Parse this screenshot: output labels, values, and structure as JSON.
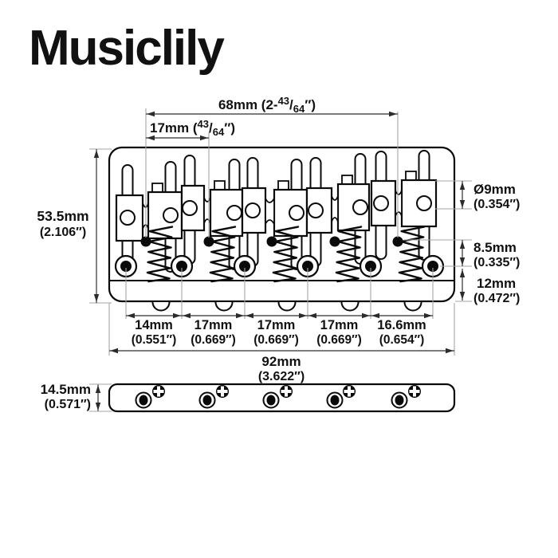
{
  "brand": {
    "logo": "Musiclily"
  },
  "diagram": {
    "title_hint": "5-string bass bridge dimension drawing",
    "colors": {
      "outline": "#0a0a0a",
      "dimension_line": "#2f2f2f",
      "extension_line": "#a6a6a6",
      "text": "#111111"
    },
    "top_view": {
      "dim_string_span": {
        "pre": "68mm (2-",
        "frac_num": "43",
        "frac_slash": "/",
        "frac_den": "64",
        "post": "″)"
      },
      "dim_string_spacing": {
        "pre": "17mm (",
        "frac_num": "43",
        "frac_slash": "/",
        "frac_den": "64",
        "post": "″)"
      },
      "dim_plate_height": {
        "mm": "53.5mm",
        "inch": "(2.106″)"
      },
      "dim_saddle_diameter": {
        "mm": "Ø9mm",
        "inch": "(0.354″)"
      },
      "dim_screw_offset": {
        "mm": "8.5mm",
        "inch": "(0.335″)"
      },
      "dim_hole_to_edge": {
        "mm": "12mm",
        "inch": "(0.472″)"
      },
      "dim_mount_gaps": [
        {
          "mm": "14mm",
          "inch": "(0.551″)"
        },
        {
          "mm": "17mm",
          "inch": "(0.669″)"
        },
        {
          "mm": "17mm",
          "inch": "(0.669″)"
        },
        {
          "mm": "17mm",
          "inch": "(0.669″)"
        },
        {
          "mm": "16.6mm",
          "inch": "(0.654″)"
        }
      ],
      "dim_plate_width": {
        "mm": "92mm",
        "inch": "(3.622″)"
      }
    },
    "side_view": {
      "dim_plate_thickness": {
        "mm": "14.5mm",
        "inch": "(0.571″)"
      }
    }
  }
}
